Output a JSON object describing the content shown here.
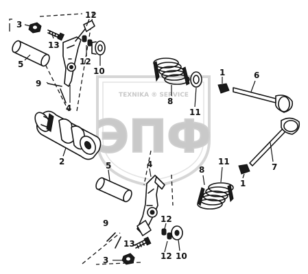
{
  "watermark": {
    "top_text": "TEXNIKA ® SERVICE",
    "main_text": "ЭПФ"
  },
  "callouts": {
    "c1_top": "1",
    "c1_bottom": "1",
    "c2": "2",
    "c3_top": "3",
    "c3_bottom": "3",
    "c4_top": "4",
    "c4_bottom": "4",
    "c5_top": "5",
    "c5_bottom": "5",
    "c6": "6",
    "c7": "7",
    "c8_top": "8",
    "c8_bottom": "8",
    "c9_top": "9",
    "c9_bottom": "9",
    "c10_top": "10",
    "c10_bottom": "10",
    "c11_top": "11",
    "c11_bottom": "11",
    "c12_top_a": "12",
    "c12_top_b": "12",
    "c12_bottom_a": "12",
    "c12_bottom_b": "12",
    "c13_top": "13",
    "c13_bottom": "13"
  }
}
